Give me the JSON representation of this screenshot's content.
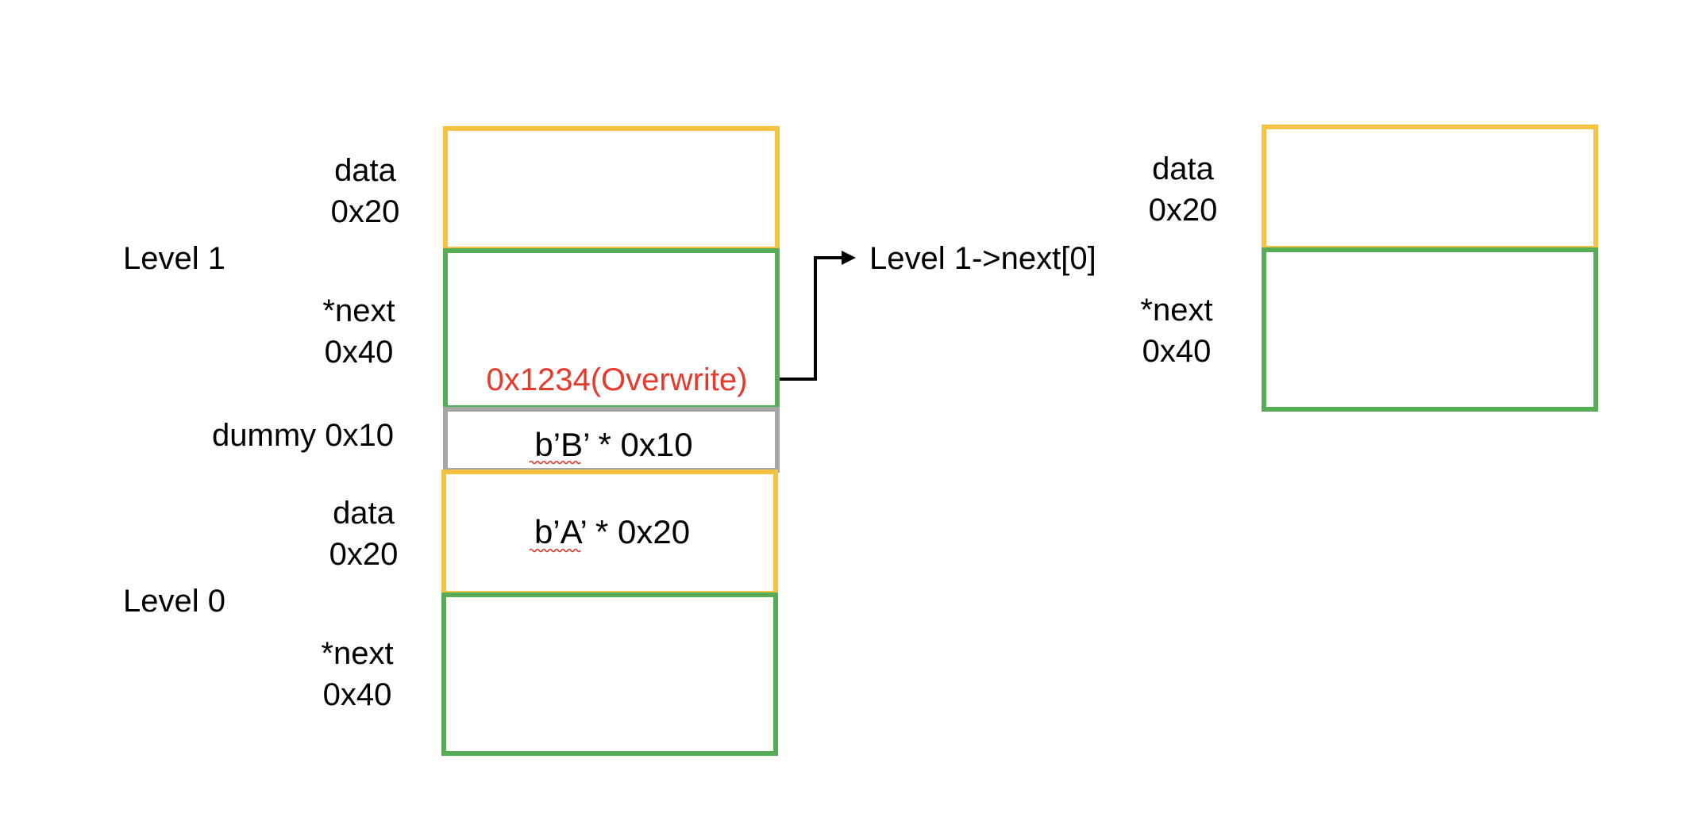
{
  "colors": {
    "data_border": "#f5c242",
    "next_border": "#56ad55",
    "dummy_border": "#a6a6a6",
    "overwrite_text": "#e8392b",
    "arrow": "#000000"
  },
  "left_stack": {
    "level1": {
      "level_label": "Level 1",
      "data_label": [
        "data",
        "0x20"
      ],
      "next_label": [
        "*next",
        "0x40"
      ],
      "next_value": "0x1234(Overwrite)"
    },
    "dummy": {
      "label": "dummy 0x10",
      "value": "b’B’ * 0x10"
    },
    "level0": {
      "level_label": "Level 0",
      "data_label": [
        "data",
        "0x20"
      ],
      "data_value": "b’A’ * 0x20",
      "next_label": [
        "*next",
        "0x40"
      ]
    }
  },
  "arrow_label": "Level 1->next[0]",
  "right_node": {
    "data_label": [
      "data",
      "0x20"
    ],
    "next_label": [
      "*next",
      "0x40"
    ]
  }
}
